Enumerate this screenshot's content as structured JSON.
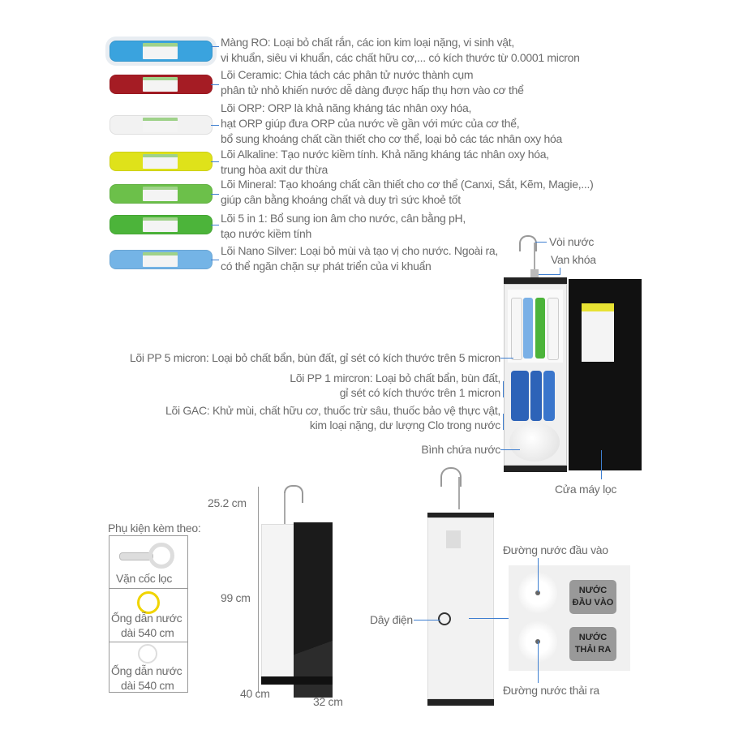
{
  "filters": [
    {
      "name": "ro",
      "color": "#3aa3de",
      "lines": [
        "Màng RO: Loại bỏ chất rắn, các ion kim loại nặng, vi sinh vật,",
        "vi khuẩn, siêu vi khuẩn, các chất hữu cơ,... có kích thước từ 0.0001 micron"
      ]
    },
    {
      "name": "ceramic",
      "color": "#a51c24",
      "lines": [
        "Lõi Ceramic: Chia tách các phân tử nước thành cụm",
        "phân tử nhỏ khiến nước dễ dàng được hấp thụ hơn vào cơ thể"
      ]
    },
    {
      "name": "orp",
      "color": "#f2f2f2",
      "lines": [
        "Lõi ORP: ORP là khả năng kháng tác nhân oxy hóa,",
        "hạt ORP giúp đưa ORP của nước về gần với mức của cơ thể,",
        "bổ sung khoáng chất cần thiết cho cơ thể, loại bỏ các tác nhân oxy hóa"
      ]
    },
    {
      "name": "alkaline",
      "color": "#dfe21a",
      "lines": [
        "Lõi Alkaline: Tạo nước kiềm tính. Khả năng kháng tác nhân oxy hóa,",
        "trung hòa axit dư thừa"
      ]
    },
    {
      "name": "mineral",
      "color": "#6cc04a",
      "lines": [
        "Lõi Mineral: Tạo khoáng chất cần thiết cho cơ thể (Canxi, Sắt, Kẽm, Magie,...)",
        "giúp cân bằng khoáng chất và duy trì sức khoẻ tốt"
      ]
    },
    {
      "name": "5in1",
      "color": "#4cb43a",
      "lines": [
        "Lõi 5 in 1: Bổ sung ion âm cho nước, cân bằng pH,",
        "tạo nước kiềm tính"
      ]
    },
    {
      "name": "nano-silver",
      "color": "#74b4e6",
      "lines": [
        "Lõi Nano Silver: Loại bỏ mùi và tạo vị cho nước. Ngoài ra,",
        "có thể ngăn chặn sự phát triển của vi khuẩn"
      ]
    }
  ],
  "machine": {
    "faucet": "Vòi nước",
    "valve": "Van khóa",
    "pp5": "Lõi PP 5 micron: Loại bỏ chất bẩn, bùn đất, gỉ sét có kích thước trên 5 micron",
    "pp1": [
      "Lõi PP 1 mircron: Loại bỏ chất bẩn, bùn đất,",
      "gỉ sét có kích thước trên 1 micron"
    ],
    "gac": [
      "Lõi GAC: Khử mùi, chất hữu cơ, thuốc trừ sâu, thuốc bảo vệ thực vật,",
      "kim loại nặng, dư lượng Clo trong nước"
    ],
    "tank": "Bình chứa nước",
    "door": "Cửa  máy lọc"
  },
  "accessories": {
    "title": "Phụ kiện kèm theo:",
    "items": [
      {
        "lines": [
          "Vặn cốc lọc"
        ]
      },
      {
        "lines": [
          "Ống dẫn nước",
          "dài 540 cm"
        ],
        "color": "#f0d400"
      },
      {
        "lines": [
          "Ống dẫn nước",
          "dài 540 cm"
        ],
        "color": "#e6e6e6"
      }
    ]
  },
  "dimensions": {
    "faucet_height": "25.2 cm",
    "height": "99 cm",
    "depth": "40 cm",
    "width": "32 cm"
  },
  "back": {
    "power_cord": "Dây điện",
    "inlet": "Đường nước đầu vào",
    "outlet": "Đường nước thải ra",
    "inlet_tag": [
      "NƯỚC",
      "ĐẦU VÀO"
    ],
    "outlet_tag": [
      "NƯỚC",
      "THẢI RA"
    ]
  }
}
